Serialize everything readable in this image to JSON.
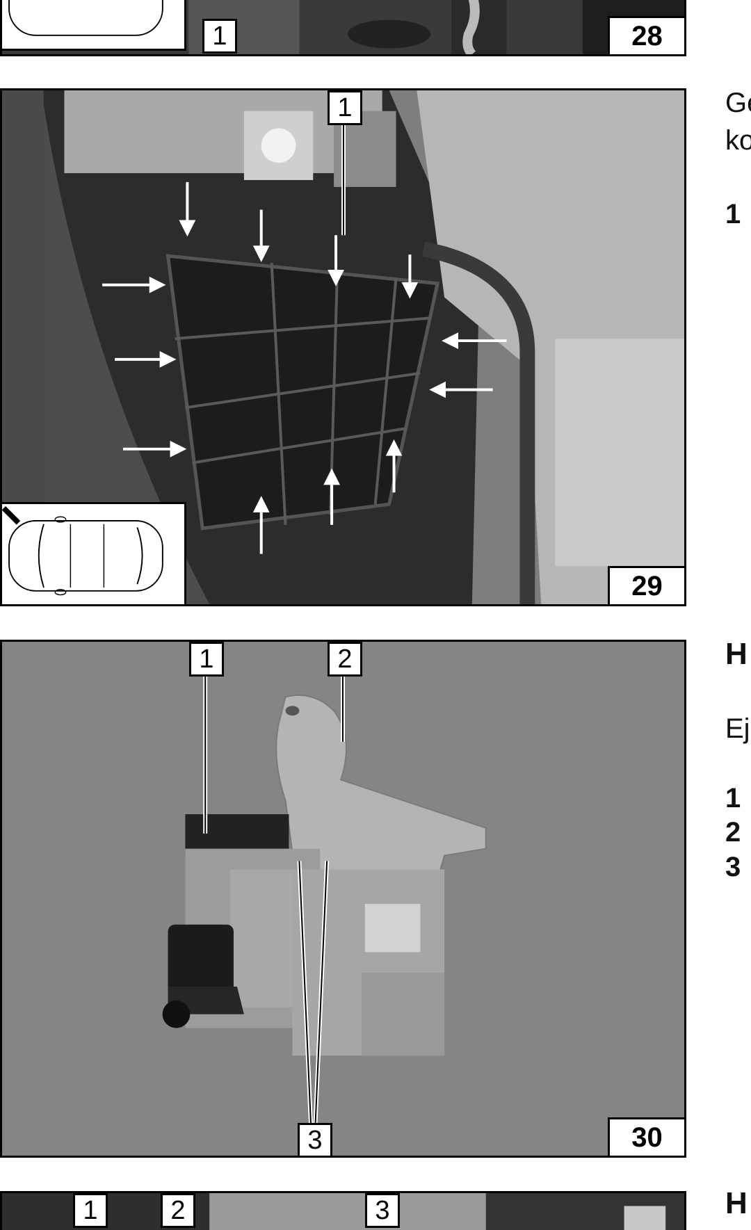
{
  "figures": [
    {
      "number": "28",
      "callouts": [
        "1"
      ]
    },
    {
      "number": "29",
      "callouts": [
        "1"
      ]
    },
    {
      "number": "30",
      "callouts": [
        "1",
        "2",
        "3"
      ]
    },
    {
      "number": "",
      "callouts": [
        "1",
        "2",
        "3"
      ]
    }
  ],
  "side_text": {
    "fig29_line1": "Ge",
    "fig29_line2": "ko",
    "fig29_item1": "1",
    "fig30_heading": "H",
    "fig30_intro": "Ej",
    "fig30_item1": "1",
    "fig30_item2": "2",
    "fig30_item3": "3",
    "fig31_heading": "H"
  },
  "icons": {
    "car_top_view": "car-top-view-icon",
    "arrow": "arrow-icon"
  }
}
